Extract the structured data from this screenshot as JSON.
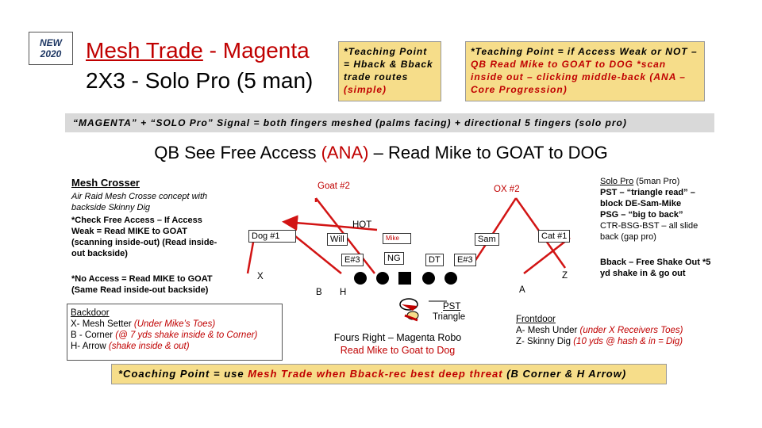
{
  "badge": {
    "line1": "NEW",
    "line2": "2020"
  },
  "title": {
    "part1": "Mesh Trade",
    "part2": " - Magenta",
    "line2": "2X3 - Solo Pro (5 man)"
  },
  "teach1": {
    "text": "*Teaching Point = Hback & Bback trade routes ",
    "simple": "(simple)"
  },
  "teach2": {
    "part1": "*Teaching Point = if Access Weak or NOT – ",
    "part2": "QB Read Mike to GOAT to DOG *scan inside out – clicking middle-back (ANA – Core Progression)"
  },
  "signal": "“MAGENTA” + “SOLO Pro” Signal = both fingers meshed (palms facing) + directional 5 fingers (solo pro)",
  "qbsee": {
    "pre": "QB See Free Access ",
    "ana": "(ANA)",
    "post": " – Read Mike to GOAT to DOG"
  },
  "left": {
    "heading": "Mesh Crosser",
    "line1": "Air Raid Mesh Crosse concept with backside Skinny Dig",
    "line2": "*Check Free Access – If Access Weak = Read MIKE to GOAT (scanning inside-out) (Read inside-out backside)",
    "line3": "*No Access = Read MIKE to GOAT (Same Read inside-out backside)"
  },
  "backdoor": {
    "heading": "Backdoor",
    "x_pre": "X- Mesh Setter ",
    "x_note": "(Under Mike’s Toes)",
    "b_pre": "B - Corner ",
    "b_note": "(@ 7 yds shake inside & to Corner)",
    "h_pre": "H- Arrow ",
    "h_note": "(shake inside & out)"
  },
  "frontdoor": {
    "heading": "Frontdoor",
    "a_pre": "A- Mesh Under ",
    "a_note": "(under X Receivers Toes)",
    "z_pre": "Z- Skinny Dig ",
    "z_note": "(10 yds @ hash & in = Dig)"
  },
  "right": {
    "heading": "Solo Pro",
    "heading_rest": " (5man Pro)",
    "pst": "PST – “triangle read” – block DE-Sam-Mike",
    "psg": "PSG – “big to back”",
    "ctr": "CTR-BSG-BST – all slide back (gap pro)",
    "bback": "Bback – Free Shake Out *5 yd shake in & go out"
  },
  "center": {
    "line1": "Fours Right – Magenta Robo",
    "line2": "Read Mike to Goat to Dog"
  },
  "coach": {
    "pre": "*Coaching Point = use ",
    "mid": "Mesh Trade when Bback-rec best deep threat",
    "post": " (B Corner & H Arrow)"
  },
  "field": {
    "goat": "Goat #2",
    "ox": "OX #2",
    "hot": "HOT",
    "dog": "Dog #1",
    "will": "Will",
    "mike": "Mike",
    "sam": "Sam",
    "cat": "Cat #1",
    "e3": "E#3",
    "ng": "NG",
    "dt": "DT",
    "e3b": "E#3",
    "x": "X",
    "b": "B",
    "h": "H",
    "a": "A",
    "z": "Z",
    "pst": "PST",
    "triangle": "Triangle"
  },
  "colors": {
    "red": "#c00000",
    "route": "#d21414",
    "yellow": "#f6dd8a",
    "gray": "#d9d9d9"
  }
}
